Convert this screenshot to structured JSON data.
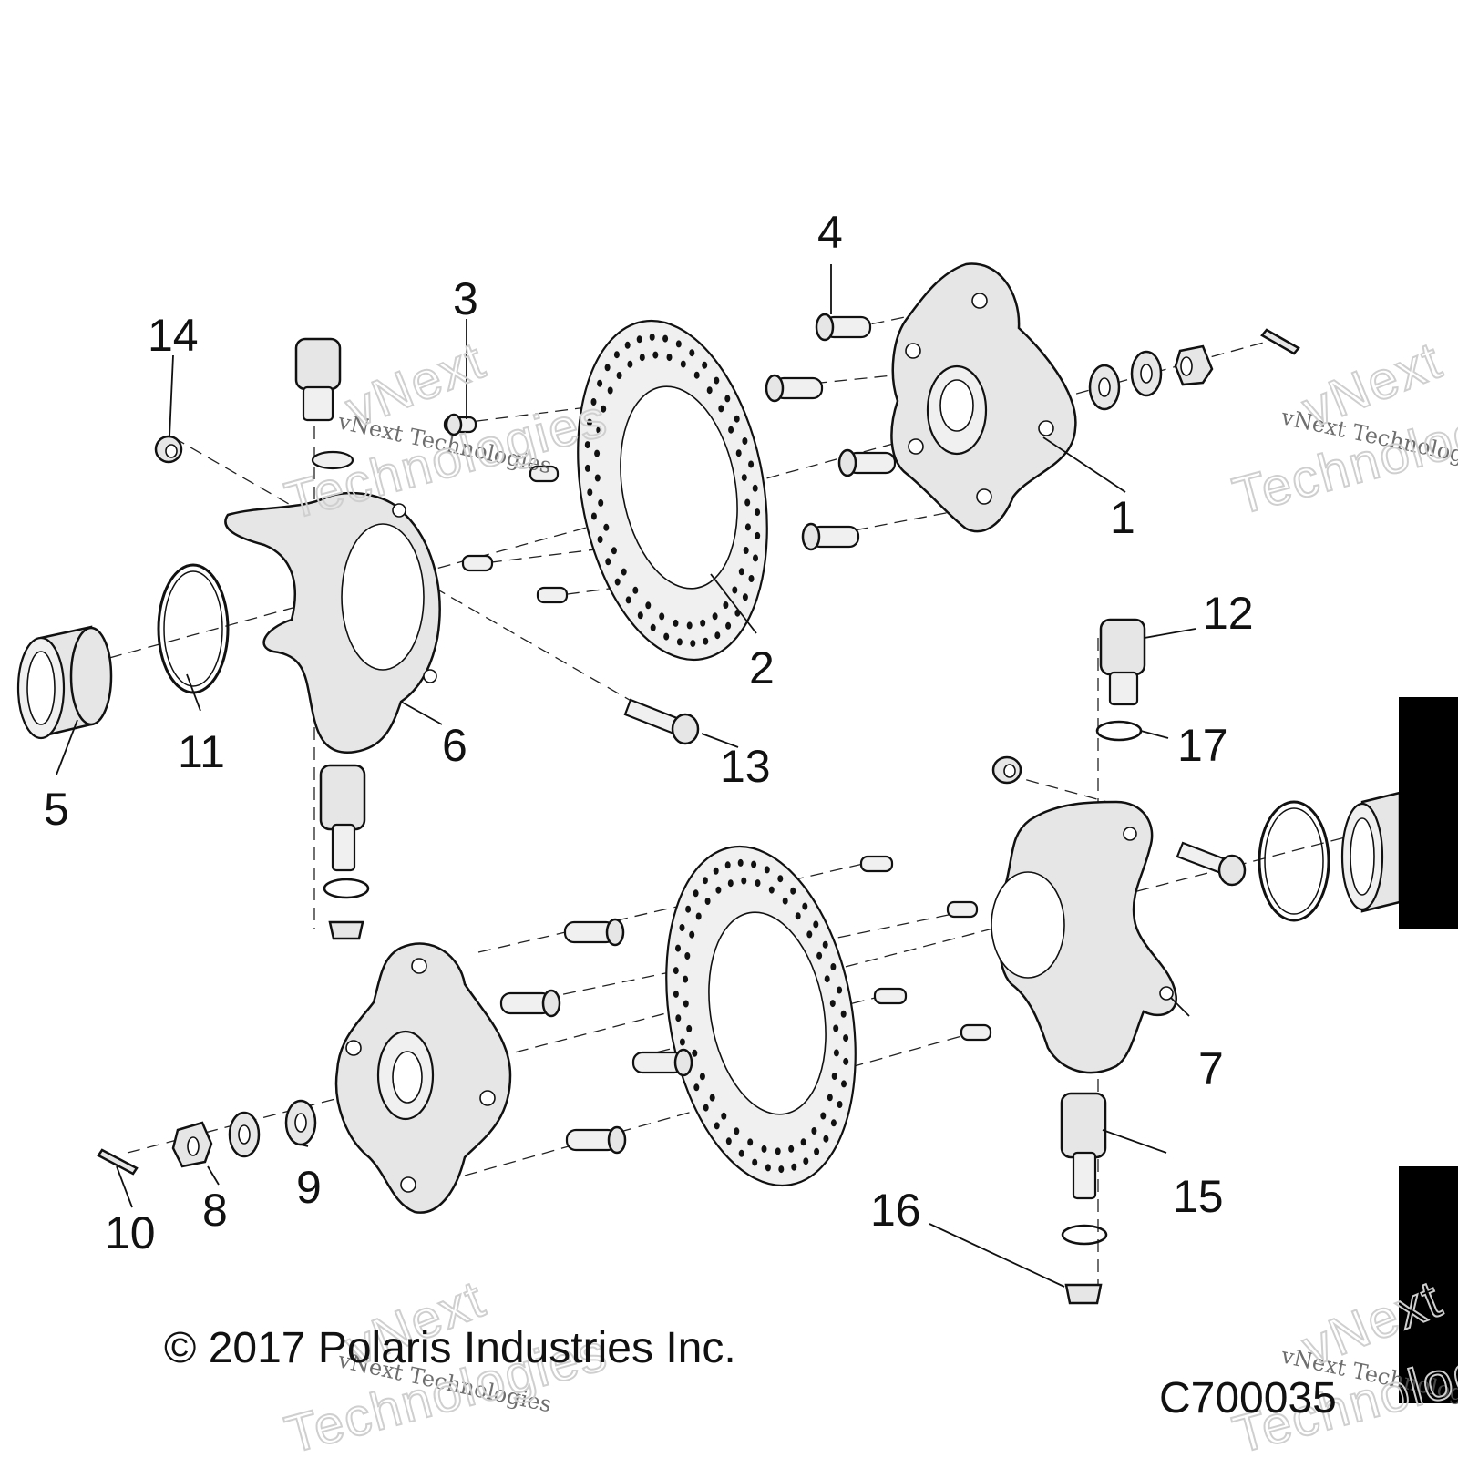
{
  "diagram": {
    "copyright": "© 2017 Polaris Industries Inc.",
    "figure_id": "C700035",
    "watermark": {
      "line1": "vNext Technologies",
      "line2": "vNext",
      "line3": "Technologies"
    },
    "callouts": [
      {
        "id": "c1",
        "label": "1"
      },
      {
        "id": "c2",
        "label": "2"
      },
      {
        "id": "c3",
        "label": "3"
      },
      {
        "id": "c4",
        "label": "4"
      },
      {
        "id": "c5",
        "label": "5"
      },
      {
        "id": "c6",
        "label": "6"
      },
      {
        "id": "c7",
        "label": "7"
      },
      {
        "id": "c8",
        "label": "8"
      },
      {
        "id": "c9",
        "label": "9"
      },
      {
        "id": "c10",
        "label": "10"
      },
      {
        "id": "c11",
        "label": "11"
      },
      {
        "id": "c12",
        "label": "12"
      },
      {
        "id": "c13",
        "label": "13"
      },
      {
        "id": "c14",
        "label": "14"
      },
      {
        "id": "c15",
        "label": "15"
      },
      {
        "id": "c16",
        "label": "16"
      },
      {
        "id": "c17",
        "label": "17"
      }
    ]
  }
}
